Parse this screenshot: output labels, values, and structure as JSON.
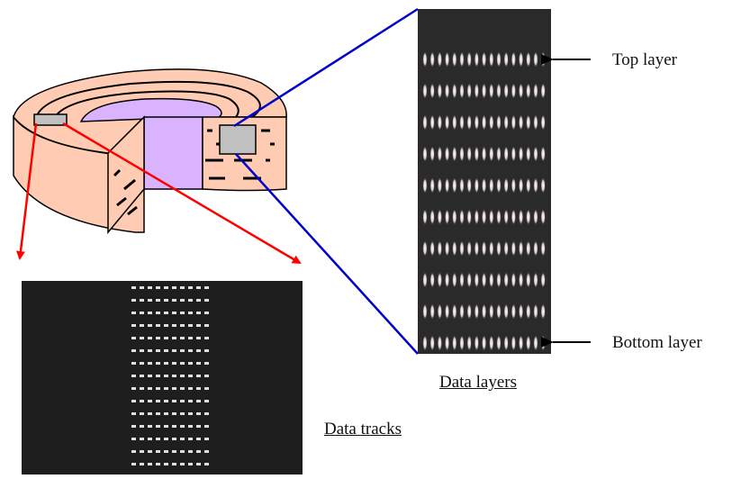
{
  "labels": {
    "top_layer": "Top layer",
    "bottom_layer": "Bottom layer",
    "data_layers": "Data layers",
    "data_tracks": "Data tracks"
  },
  "colors": {
    "disc_face": "#FFCCB3",
    "disc_hole": "#D9B3FF",
    "chip": "#C0C0C0",
    "red_arrow": "#FF0000",
    "blue_line": "#0000CC",
    "micrograph_bg": "#1a1a1a"
  }
}
